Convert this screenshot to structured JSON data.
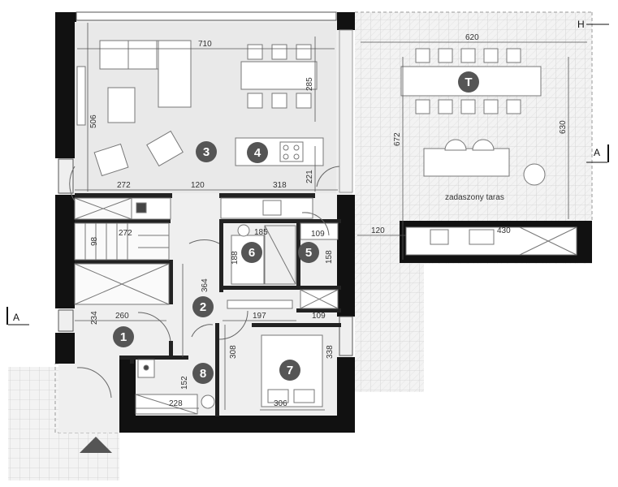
{
  "plan": {
    "rooms": [
      "1",
      "2",
      "3",
      "4",
      "5",
      "6",
      "7",
      "8",
      "T"
    ],
    "terrace_label": "zadaszony taras",
    "section_marker": "A",
    "corner_marker": "H",
    "dimensions": {
      "living_width": "710",
      "living_depth": "506",
      "table_len": "285",
      "kitchen_depth": "221",
      "zone_272": "272",
      "zone_120": "120",
      "zone_318": "318",
      "terrace_width": "620",
      "terrace_depth_outer": "672",
      "terrace_depth_inner": "630",
      "terrace_120": "120",
      "terrace_430": "430",
      "stair_98": "98",
      "stair_272": "272",
      "bath_185": "185",
      "bath_188": "188",
      "wc_109_top": "109",
      "wc_158": "158",
      "hall_364": "364",
      "entry_234": "234",
      "entry_260": "260",
      "hall_197": "197",
      "wc_109_bottom": "109",
      "bed_338": "338",
      "bed_308": "308",
      "bed_306": "306",
      "tech_228": "228",
      "tech_152": "152"
    }
  }
}
